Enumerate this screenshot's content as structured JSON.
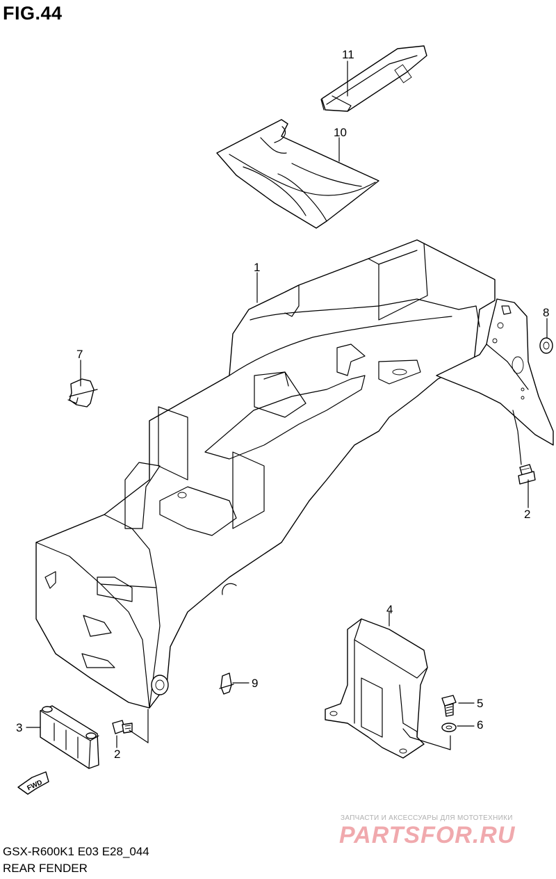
{
  "figure": {
    "title": "FIG.44",
    "model_code": "GSX-R600K1 E03 E28_044",
    "name": "REAR FENDER"
  },
  "callouts": [
    {
      "id": "1",
      "part": "rear-fender"
    },
    {
      "id": "2",
      "part": "bolt-upper"
    },
    {
      "id": "2",
      "part": "bolt-lower"
    },
    {
      "id": "3",
      "part": "reflector-bracket"
    },
    {
      "id": "4",
      "part": "cover"
    },
    {
      "id": "5",
      "part": "bolt"
    },
    {
      "id": "6",
      "part": "washer"
    },
    {
      "id": "7",
      "part": "clamp"
    },
    {
      "id": "8",
      "part": "cushion"
    },
    {
      "id": "9",
      "part": "clip"
    },
    {
      "id": "10",
      "part": "tool-bag"
    },
    {
      "id": "11",
      "part": "band"
    }
  ],
  "direction_marker": "FWD",
  "watermark": {
    "tagline": "ЗАПЧАСТИ И АКСЕССУАРЫ ДЛЯ МОТОТЕХНИКИ",
    "logo": "PARTSFOR.RU"
  },
  "colors": {
    "line": "#000000",
    "background": "#ffffff",
    "watermark": "#f0a9ad"
  }
}
